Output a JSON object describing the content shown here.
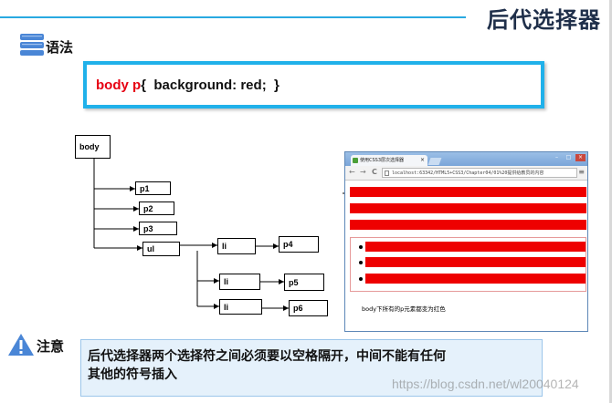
{
  "title": "后代选择器",
  "sections": {
    "syntax_label": "语法",
    "note_label": "注意"
  },
  "syntax": {
    "selector": "body p",
    "rest": "{  background: red;  }"
  },
  "tree": {
    "body": "body",
    "p1": "p1",
    "p2": "p2",
    "p3": "p3",
    "ul": "ul",
    "li1": "li",
    "p4": "p4",
    "li2": "li",
    "p5": "p5",
    "li3": "li",
    "p6": "p6"
  },
  "browser": {
    "tab_title": "使用CSS3层次选择器",
    "tab_close": "×",
    "url": "localhost:63342/HTML5+CSS3/Chapter04/01%20提供给教员的内容",
    "caption": "body下所有的p元素都变为红色",
    "nav_back": "←",
    "nav_forward": "→",
    "nav_reload": "C",
    "menu": "≡",
    "win_minimize": "–",
    "win_maximize": "□",
    "win_close": "×",
    "paragraph_count_red": 6
  },
  "note": {
    "line1": "后代选择器两个选择符之间必须要以空格隔开，中间不能有任何",
    "line2": "其他的符号插入"
  },
  "watermark": "https://blog.csdn.net/wl20040124",
  "colors": {
    "accent_line": "#29a9e1",
    "title": "#1f2f4a",
    "selector_red": "#e60012",
    "box_border": "#20b1ea",
    "note_bg": "#e5f1fb",
    "red_fill": "#ee0000",
    "icon_blue": "#4a86d6"
  }
}
